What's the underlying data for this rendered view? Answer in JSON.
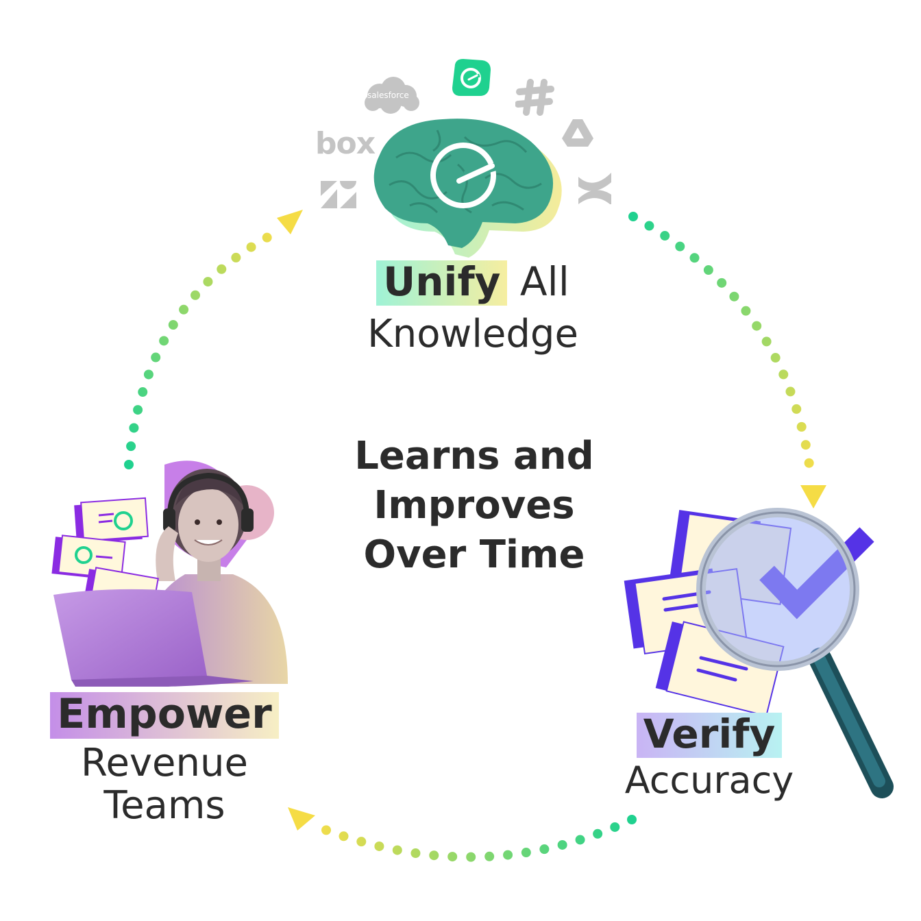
{
  "nodes": {
    "unify": {
      "strong": "Unify",
      "rest": "All",
      "line2": "Knowledge"
    },
    "verify": {
      "strong": "Verify",
      "line2": "Accuracy"
    },
    "empower": {
      "strong": "Empower",
      "line2": "Revenue",
      "line3": "Teams"
    }
  },
  "center": {
    "line1": "Learns and",
    "line2": "Improves",
    "line3": "Over Time"
  },
  "logos": {
    "salesforce": "salesforce",
    "box": "box"
  },
  "colors": {
    "green": "#1fd18f",
    "yellow": "#f3dd4a",
    "teal": "#3ea58b",
    "purple": "#7c2ee0",
    "lavender": "#c7a6f0",
    "text": "#2b2b2b",
    "grey": "#b5b5b5"
  }
}
